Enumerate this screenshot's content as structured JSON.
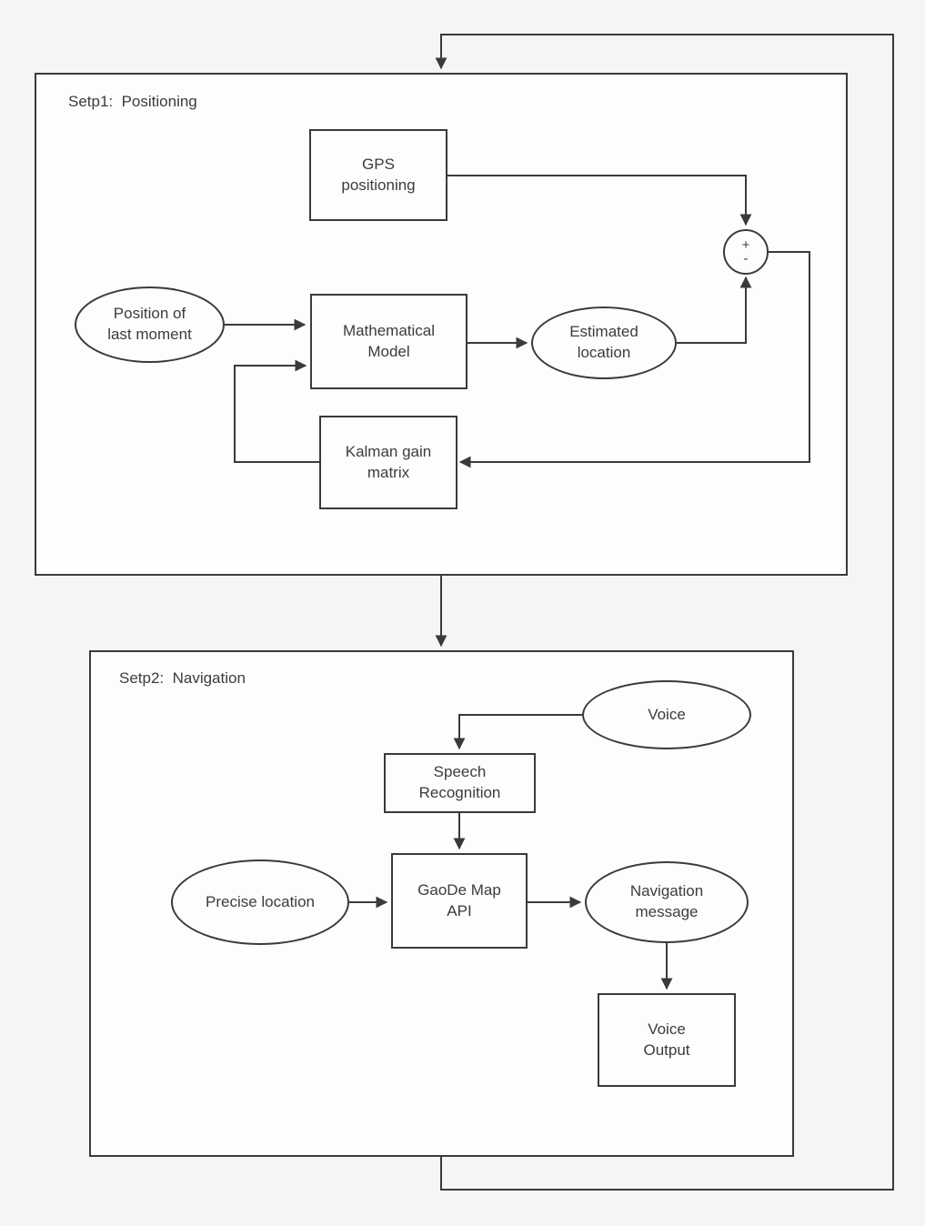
{
  "colors": {
    "line": "#3a3a3a",
    "background": "#f5f5f5",
    "shape_fill": "#fdfdfd",
    "text": "#3c3c3c"
  },
  "diagram": {
    "step1": {
      "title": "Setp1:  Positioning",
      "nodes": {
        "gps": {
          "label": "GPS\npositioning"
        },
        "position_last": {
          "label": "Position of\nlast moment"
        },
        "math_model": {
          "label": "Mathematical\nModel"
        },
        "estimated": {
          "label": "Estimated\nlocation"
        },
        "kalman": {
          "label": "Kalman gain\nmatrix"
        },
        "sum": {
          "plus": "+",
          "minus": "-"
        }
      }
    },
    "step2": {
      "title": "Setp2:  Navigation",
      "nodes": {
        "voice": {
          "label": "Voice"
        },
        "speech": {
          "label": "Speech\nRecognition"
        },
        "precise": {
          "label": "Precise location"
        },
        "gaode": {
          "label": "GaoDe Map\nAPI"
        },
        "nav_message": {
          "label": "Navigation\nmessage"
        },
        "voice_output": {
          "label": "Voice\nOutput"
        }
      }
    }
  }
}
